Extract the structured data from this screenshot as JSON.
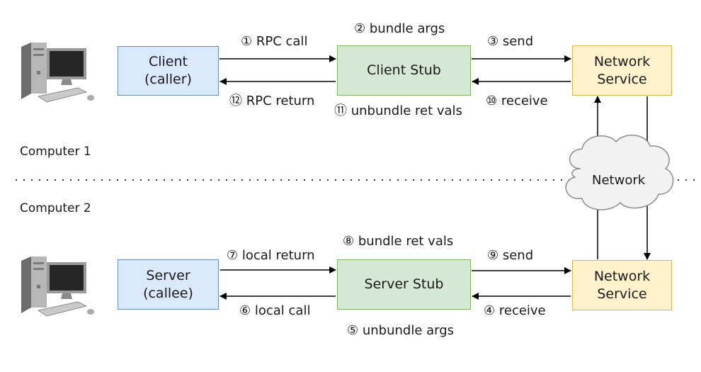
{
  "boxes": {
    "client": [
      "Client",
      "(caller)"
    ],
    "client_stub": [
      "Client Stub"
    ],
    "ns_top": [
      "Network",
      "Service"
    ],
    "server": [
      "Server",
      "(callee)"
    ],
    "server_stub": [
      "Server Stub"
    ],
    "ns_bottom": [
      "Network",
      "Service"
    ]
  },
  "labels": {
    "rpc_call": "① RPC call",
    "bundle_args": "② bundle args",
    "send_top": "③ send",
    "rpc_return": "⑫ RPC return",
    "unbundle_ret_vals": "⑪ unbundle ret vals",
    "receive_top": "⑩ receive",
    "local_return": "⑦ local return",
    "bundle_ret_vals": "⑧ bundle ret vals",
    "send_bottom": "⑨ send",
    "local_call": "⑥ local call",
    "unbundle_args": "⑤ unbundle args",
    "receive_bottom": "④ receive"
  },
  "computers": {
    "one": "Computer 1",
    "two": "Computer 2"
  },
  "cloud": "Network",
  "colors": {
    "client_fill": "#dae8fc",
    "client_stroke": "#6c8ebf",
    "stub_fill": "#d5e8d4",
    "stub_stroke": "#82b366",
    "service_fill": "#fff2cc",
    "service_stroke": "#d6b656"
  },
  "icons": [
    "desktop-computer-icon",
    "cloud-icon"
  ]
}
